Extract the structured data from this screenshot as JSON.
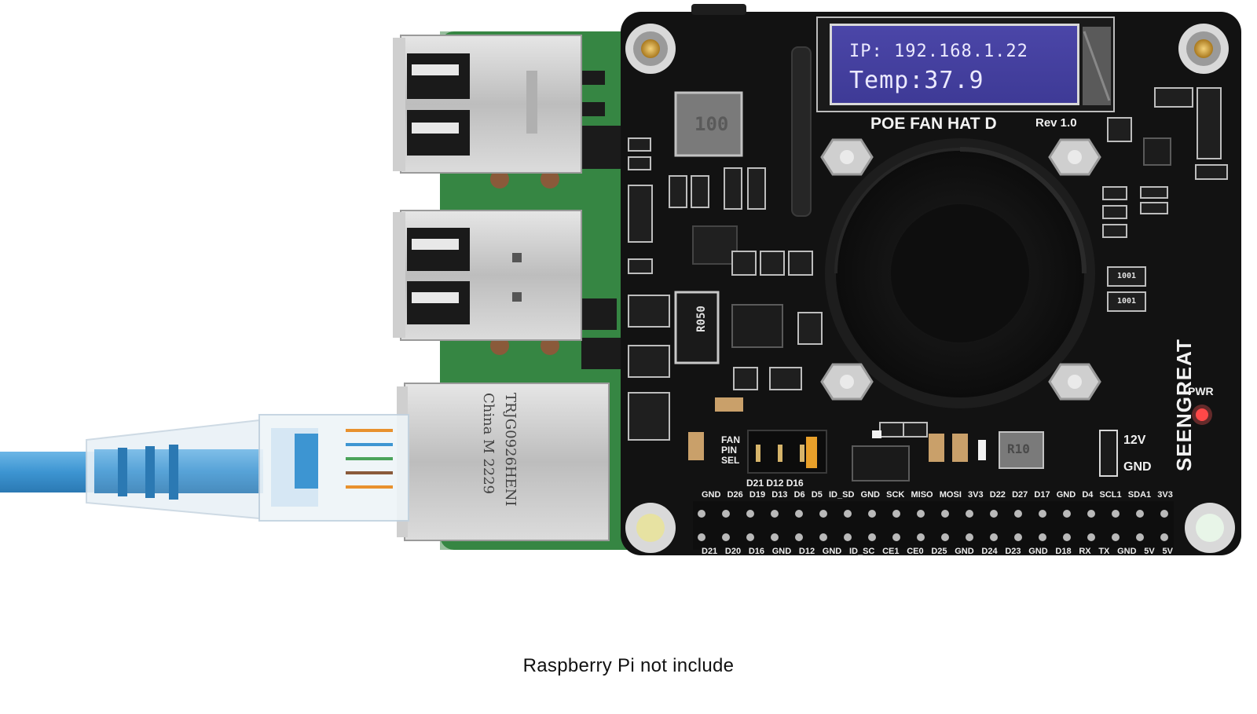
{
  "caption": "Raspberry Pi not include",
  "oled": {
    "line1": "IP: 192.168.1.22",
    "line2": "Temp:37.9"
  },
  "board": {
    "title": "POE FAN HAT D",
    "revision": "Rev 1.0",
    "brand": "SEENGREAT"
  },
  "silkscreen": {
    "power_led": "PWR",
    "voltage_12v": "12V",
    "ground": "GND",
    "fan_pin_sel": [
      "FAN",
      "PIN",
      "SEL"
    ],
    "jumper_pins": "D21 D12 D16",
    "top_pins": [
      "GND",
      "D26",
      "D19",
      "D13",
      "D6",
      "D5",
      "ID_SD",
      "GND",
      "SCK",
      "MISO",
      "MOSI",
      "3V3",
      "D22",
      "D27",
      "D17",
      "GND",
      "D4",
      "SCL1",
      "SDA1",
      "3V3"
    ],
    "bottom_pins": [
      "D21",
      "D20",
      "D16",
      "GND",
      "D12",
      "GND",
      "ID_SC",
      "CE1",
      "CE0",
      "D25",
      "GND",
      "D24",
      "D23",
      "GND",
      "D18",
      "RX",
      "TX",
      "GND",
      "5V",
      "5V"
    ]
  },
  "component_markings": {
    "inductor_main": "100",
    "resistor_sense": "R050",
    "inductor_small": "R10",
    "resistor_a": "1001",
    "resistor_b": "1001"
  },
  "ethernet_jack_markings": [
    "TRJG0926HENI",
    "China M 2229"
  ],
  "colors": {
    "hat_pcb": "#121212",
    "pi_pcb": "#3c8f4a",
    "oled_bg": "#4540a0",
    "cable": "#3d95d2",
    "fan": "#171717"
  }
}
